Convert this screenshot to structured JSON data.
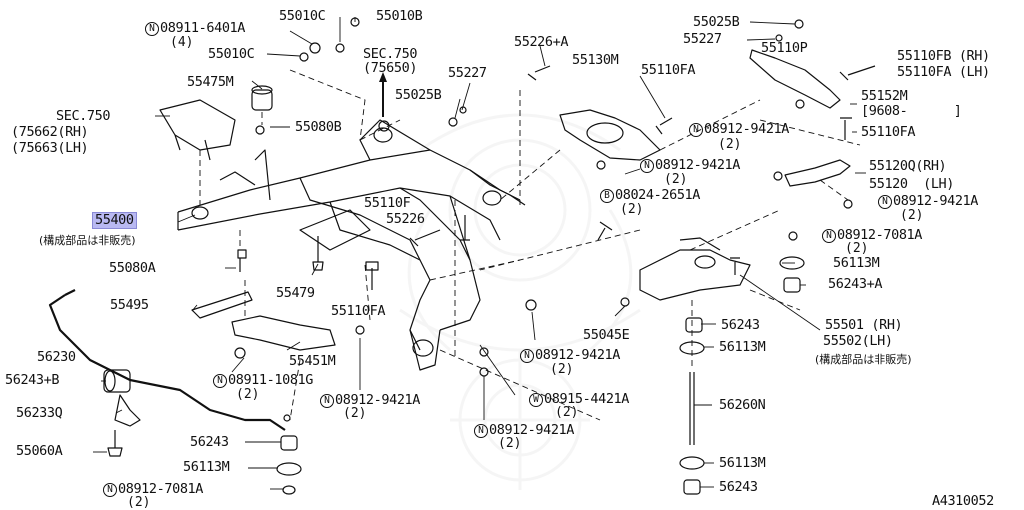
{
  "diagram_id": "A4310052",
  "colors": {
    "line": "#111111",
    "highlight": "#b9b9f2",
    "watermark": "#999999"
  },
  "labels": {
    "n08911_6401A": "08911-6401A",
    "q4": "(4)",
    "p55010C_top": "55010C",
    "p55010B": "55010B",
    "p55010C_left": "55010C",
    "sec750_top": "SEC.750",
    "sec750_top_ref": "(75650)",
    "p55226A": "55226+A",
    "p55025B_top": "55025B",
    "p55227_top": "55227",
    "p55110P": "55110P",
    "p55110FB": "55110FB (RH)",
    "p55110FA_lh": "55110FA (LH)",
    "p55130M": "55130M",
    "p55110FA_mid": "55110FA",
    "p55475M": "55475M",
    "p55227_mid": "55227",
    "p55025B_mid": "55025B",
    "p55152M": "55152M",
    "p55152M_range": "[9608-      ]",
    "sec750_left": "SEC.750",
    "sec750_rh": "(75662(RH)",
    "sec750_lh": "(75663(LH)",
    "p55080B": "55080B",
    "n08912_9421A_a": "08912-9421A",
    "q2_a": "(2)",
    "p55110FA_right": "55110FA",
    "n08912_9421A_b": "08912-9421A",
    "q2_b": "(2)",
    "p55120Q": "55120Q(RH)",
    "p55120": "55120  (LH)",
    "b08024_2651A": "08024-2651A",
    "q2_c": "(2)",
    "n08912_9421A_c": "08912-9421A",
    "q2_d": "(2)",
    "p55110F": "55110F",
    "p55226": "55226",
    "p55400": "55400",
    "not_sold": "(構成部品は非販売)",
    "n08912_7081A_r": "08912-7081A",
    "q2_e": "(2)",
    "p55080A": "55080A",
    "p56113M_r1": "56113M",
    "p55479": "55479",
    "p56243A_r": "56243+A",
    "p55495": "55495",
    "p55110FA_bottom": "55110FA",
    "p55045E": "55045E",
    "p56243_r": "56243",
    "p55501": "55501 (RH)",
    "p55502": "55502(LH)",
    "not_sold_r": "(構成部品は非販売)",
    "p56113M_r2": "56113M",
    "p56230": "56230",
    "p55451M": "55451M",
    "n08912_9421A_d": "08912-9421A",
    "q2_f": "(2)",
    "p56243B": "56243+B",
    "n08911_1081G": "08911-1081G",
    "q2_g": "(2)",
    "n08912_9421A_e": "08912-9421A",
    "q2_h": "(2)",
    "w08915_4421A": "08915-4421A",
    "q2_i": "(2)",
    "p56233Q": "56233Q",
    "p56260N": "56260N",
    "n08912_9421A_f": "08912-9421A",
    "q2_j": "(2)",
    "p55060A": "55060A",
    "p56243_l": "56243",
    "p56113M_l": "56113M",
    "p56113M_r3": "56113M",
    "n08912_7081A_l": "08912-7081A",
    "q2_k": "(2)",
    "p56243_r2": "56243",
    "ref_code": "A4310052"
  },
  "prefix": {
    "N": "N",
    "B": "B",
    "W": "W"
  }
}
